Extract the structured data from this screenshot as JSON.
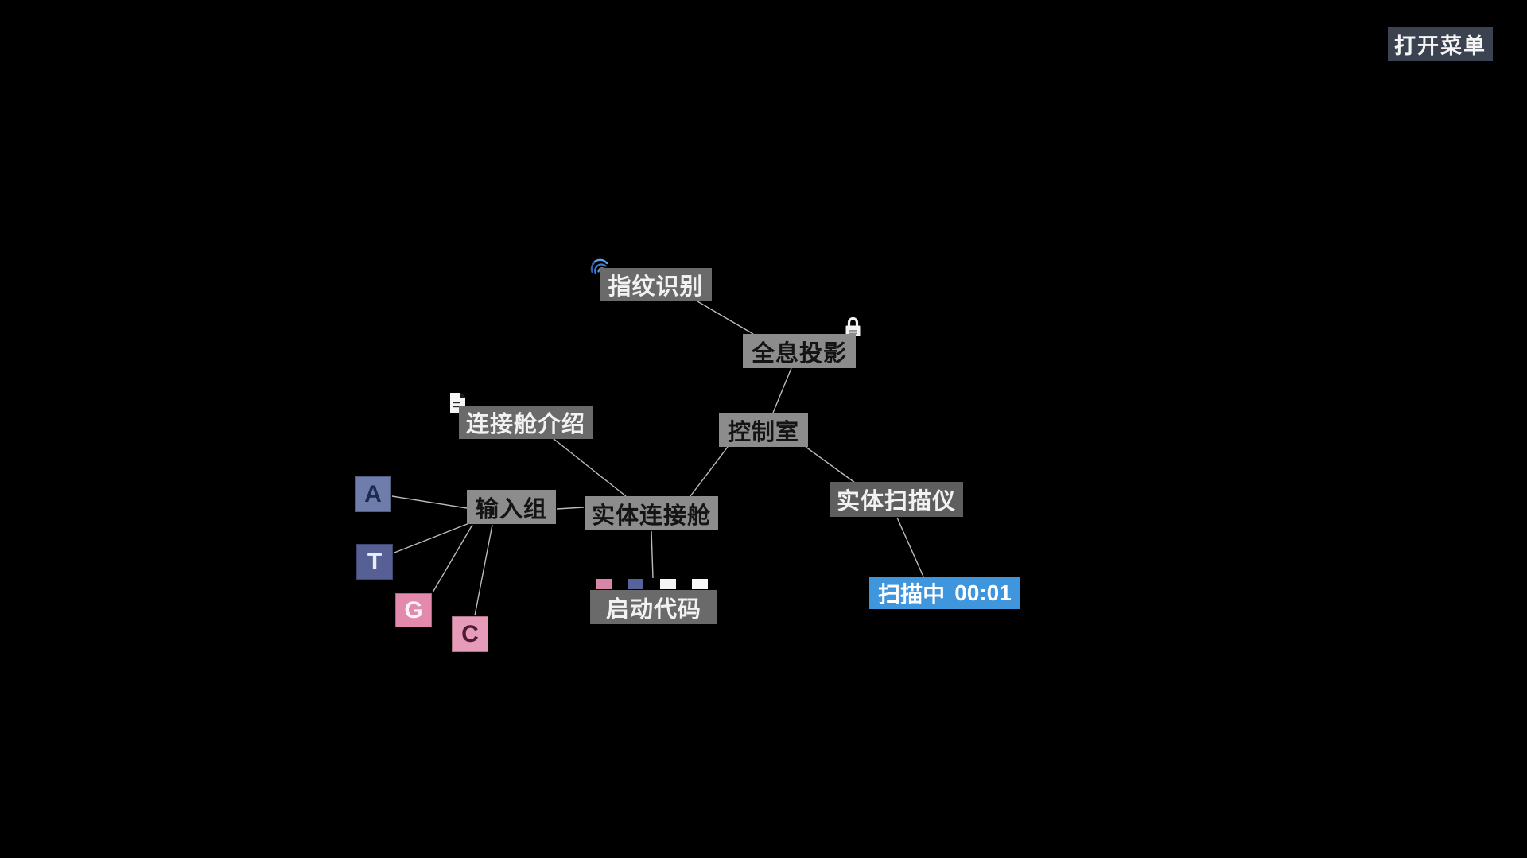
{
  "menu": {
    "open_label": "打开菜单"
  },
  "graph": {
    "nodes": {
      "fingerprint": {
        "label": "指纹识别",
        "icon": "fingerprint-icon"
      },
      "hologram": {
        "label": "全息投影",
        "icon": "lock-icon"
      },
      "control_room": {
        "label": "控制室"
      },
      "cabin_intro": {
        "label": "连接舱介绍",
        "icon": "document-icon"
      },
      "physical_cabin": {
        "label": "实体连接舱"
      },
      "input_group": {
        "label": "输入组"
      },
      "scanner": {
        "label": "实体扫描仪"
      },
      "launch_code": {
        "label": "启动代码",
        "slots": [
          "#d886a8",
          "#56629a",
          "#f5f5f5",
          "#f7f7f7"
        ]
      },
      "scanning": {
        "label": "扫描中",
        "timer": "00:01"
      }
    },
    "tiles": {
      "a": {
        "label": "A"
      },
      "t": {
        "label": "T"
      },
      "g": {
        "label": "G"
      },
      "c": {
        "label": "C"
      }
    }
  },
  "colors": {
    "background": "#000000",
    "node_gray_light": "#8c8c8c",
    "node_gray_dark": "#6a6a6a",
    "scanner_gray": "#5e5e5e",
    "menu_bg": "#3b4250",
    "scanning_blue": "#3f96dc",
    "tile_blue_light": "#6f7dac",
    "tile_blue_dark": "#566094",
    "tile_pink": "#e289ac",
    "tile_pink_light": "#e69cb9",
    "edge": "#dcdcdc",
    "fingerprint_blue": "#3b7fd4"
  }
}
